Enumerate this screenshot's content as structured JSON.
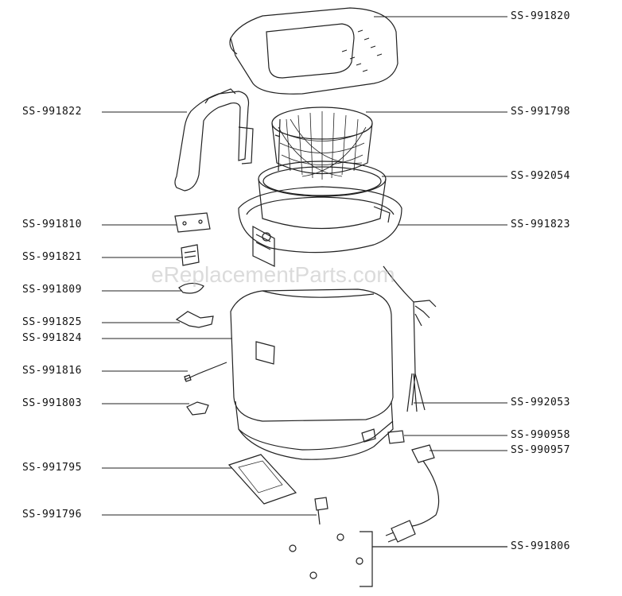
{
  "watermark": "eReplacementParts.com",
  "left_labels": [
    {
      "text": "SS-991822",
      "part": "handle"
    },
    {
      "text": "SS-991810",
      "part": "handle-plate"
    },
    {
      "text": "SS-991821",
      "part": "clip"
    },
    {
      "text": "SS-991809",
      "part": "spring-clip"
    },
    {
      "text": "SS-991825",
      "part": "thermostat"
    },
    {
      "text": "SS-991824",
      "part": "outer-housing"
    },
    {
      "text": "SS-991816",
      "part": "sensor"
    },
    {
      "text": "SS-991803",
      "part": "terminal"
    },
    {
      "text": "SS-991795",
      "part": "filter-plate"
    },
    {
      "text": "SS-991796",
      "part": "switch"
    }
  ],
  "right_labels": [
    {
      "text": "SS-991820",
      "part": "lid"
    },
    {
      "text": "SS-991798",
      "part": "basket"
    },
    {
      "text": "SS-992054",
      "part": "bowl"
    },
    {
      "text": "SS-991823",
      "part": "heating-element-rim"
    },
    {
      "text": "SS-992053",
      "part": "wiring"
    },
    {
      "text": "SS-990958",
      "part": "connector"
    },
    {
      "text": "SS-990957",
      "part": "power-plug"
    },
    {
      "text": "SS-991806",
      "part": "feet"
    }
  ]
}
